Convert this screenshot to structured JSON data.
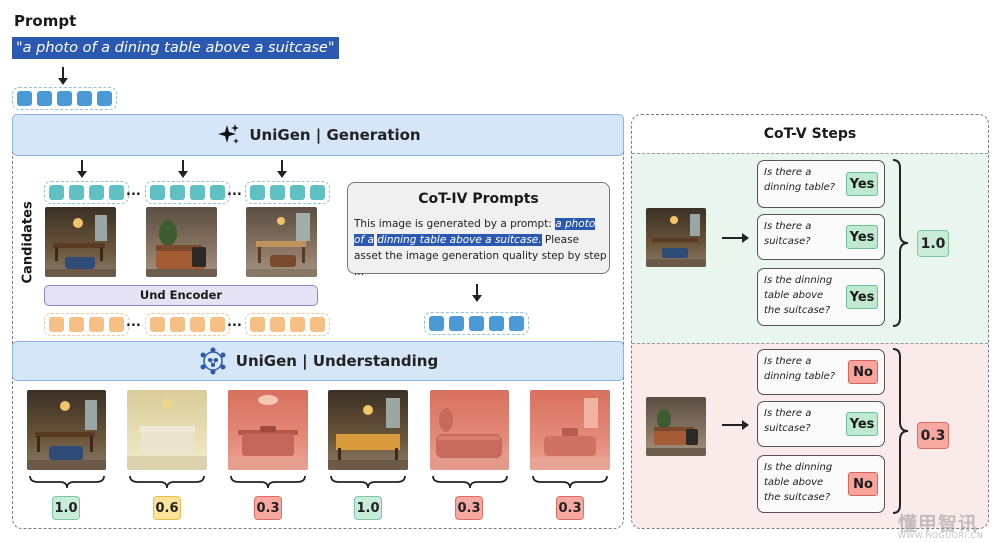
{
  "prompt": {
    "heading": "Prompt",
    "text": "\"a photo of a dining table above a suitcase\""
  },
  "generation_bar": {
    "label": "UniGen | Generation"
  },
  "understanding_bar": {
    "label": "UniGen | Understanding"
  },
  "candidates_label": "Candidates",
  "ellipsis": "...",
  "und_encoder": "Und Encoder",
  "cot_iv": {
    "title": "CoT-IV Prompts",
    "text_before": "This image is generated by a prompt: ",
    "text_highlight_1": "a photo of a",
    "text_highlight_2": "dinning table above a suitcase.",
    "text_after": " Please asset the image generation quality step by step ..."
  },
  "scores": [
    "1.0",
    "0.6",
    "0.3",
    "1.0",
    "0.3",
    "0.3"
  ],
  "cot_v": {
    "title": "CoT-V Steps",
    "groups": [
      {
        "questions": [
          {
            "q": "Is there a dinning table?",
            "a": "Yes"
          },
          {
            "q": "Is there a suitcase?",
            "a": "Yes"
          },
          {
            "q": "Is the dinning table above the suitcase?",
            "a": "Yes"
          }
        ],
        "score": "1.0"
      },
      {
        "questions": [
          {
            "q": "Is there a dinning table?",
            "a": "No"
          },
          {
            "q": "Is there a suitcase?",
            "a": "Yes"
          },
          {
            "q": "Is the dinning table above the suitcase?",
            "a": "No"
          }
        ],
        "score": "0.3"
      }
    ]
  },
  "watermark": {
    "cn": "懂甲智讯",
    "url": "WWW.HOGUORI.CN"
  },
  "colors": {
    "generation_bar": "#d6e6f9",
    "token_blue": "#4a9ad8",
    "token_teal": "#5fc1c4",
    "token_orange": "#f6bf85",
    "score_green": "#c8ecd9",
    "score_yellow": "#fbe39a",
    "score_red": "#f7a9a1",
    "panel_green": "#e9f6ee",
    "panel_red": "#fbeaea"
  }
}
